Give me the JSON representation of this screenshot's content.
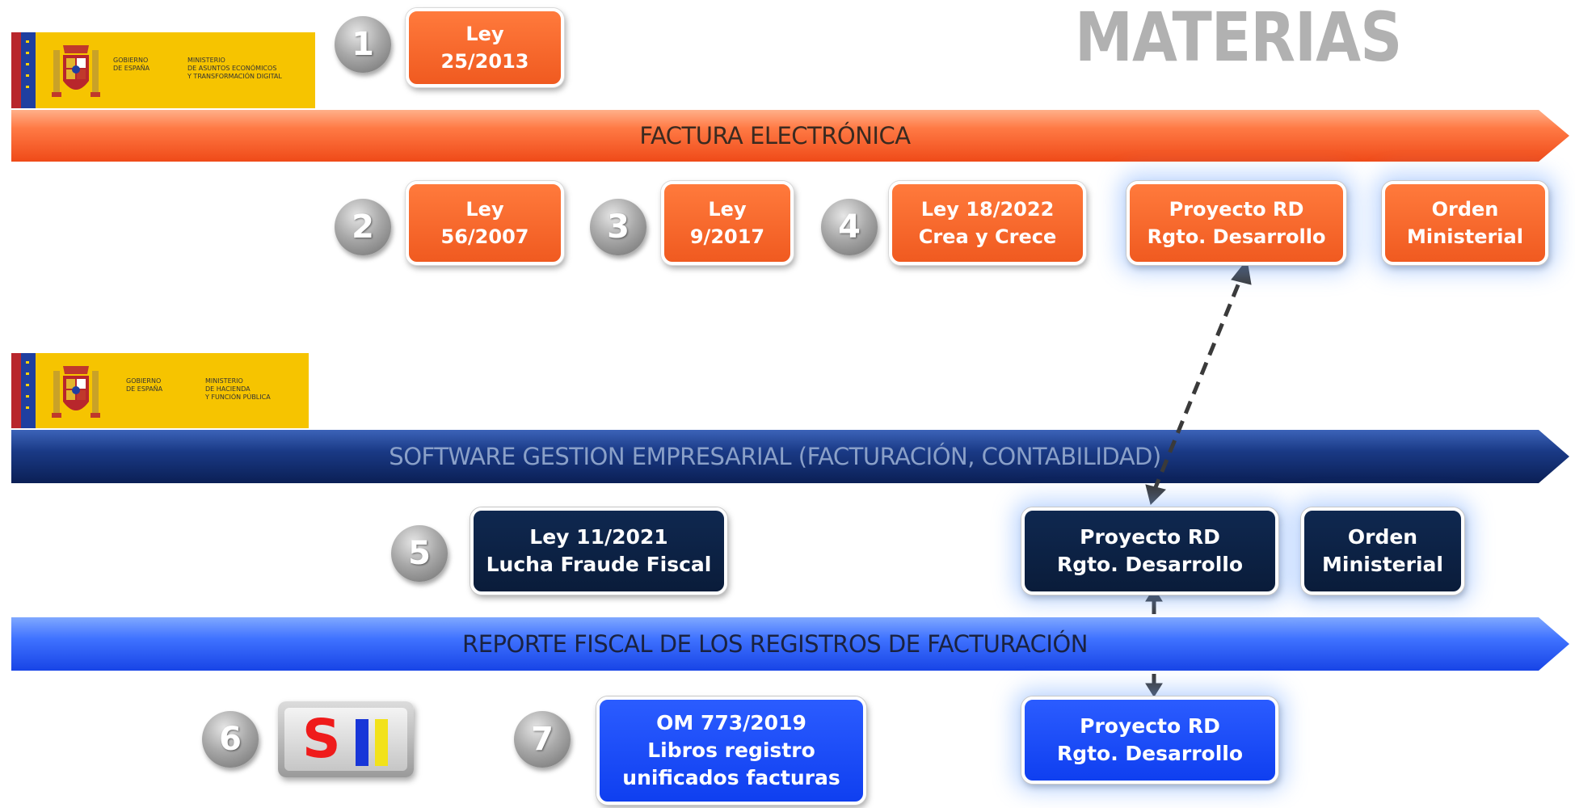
{
  "title": "MATERIAS",
  "logos": {
    "top": {
      "government": "GOBIERNO\nDE ESPAÑA",
      "ministry": "MINISTERIO\nDE ASUNTOS ECONÓMICOS\nY TRANSFORMACIÓN DIGITAL"
    },
    "middle": {
      "government": "GOBIERNO\nDE ESPAÑA",
      "ministry": "MINISTERIO\nDE HACIENDA\nY FUNCIÓN PÚBLICA"
    }
  },
  "banners": {
    "factura": "FACTURA ELECTRÓNICA",
    "software": "SOFTWARE GESTION EMPRESARIAL (FACTURACIÓN, CONTABILIDAD)",
    "reporte": "REPORTE FISCAL DE LOS REGISTROS DE FACTURACIÓN"
  },
  "numbers": [
    "1",
    "2",
    "3",
    "4",
    "5",
    "6",
    "7"
  ],
  "boxes": {
    "ley_25_2013": [
      "Ley",
      "25/2013"
    ],
    "ley_56_2007": [
      "Ley",
      "56/2007"
    ],
    "ley_9_2017": [
      "Ley",
      "9/2017"
    ],
    "ley_18_2022": [
      "Ley 18/2022",
      "Crea y Crece"
    ],
    "proyecto_rd_factura": [
      "Proyecto RD",
      "Rgto. Desarrollo"
    ],
    "orden_factura": [
      "Orden",
      "Ministerial"
    ],
    "ley_11_2021": [
      "Ley 11/2021",
      "Lucha Fraude Fiscal"
    ],
    "proyecto_rd_software": [
      "Proyecto RD",
      "Rgto. Desarrollo"
    ],
    "orden_software": [
      "Orden",
      "Ministerial"
    ],
    "om_773_2019": [
      "OM 773/2019",
      "Libros registro",
      "unificados facturas"
    ],
    "proyecto_rd_reporte": [
      "Proyecto RD",
      "Rgto. Desarrollo"
    ]
  },
  "sii_logo": "SII",
  "colors": {
    "factura_orange": "#f05a20",
    "software_navy": "#0a1c3a",
    "reporte_blue": "#1f4fff",
    "title_gray": "#b1b1b1",
    "gov_yellow": "#f6c400"
  }
}
